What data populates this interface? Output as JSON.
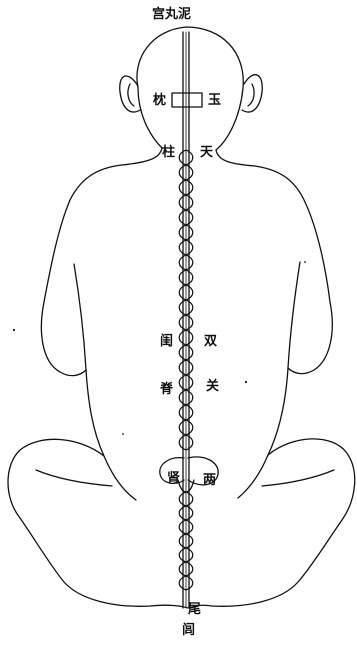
{
  "labels": {
    "crown": "宫丸泥",
    "jade": "玉",
    "pillow": "枕",
    "heaven": "天",
    "pillar": "柱",
    "pair": "双",
    "pass": "关",
    "clamp": "闺",
    "spine": "脊",
    "both": "两",
    "kidney": "肾",
    "tail": "尾",
    "gate": "闾"
  },
  "colors": {
    "ink": "#111111",
    "paper": "#ffffff"
  }
}
